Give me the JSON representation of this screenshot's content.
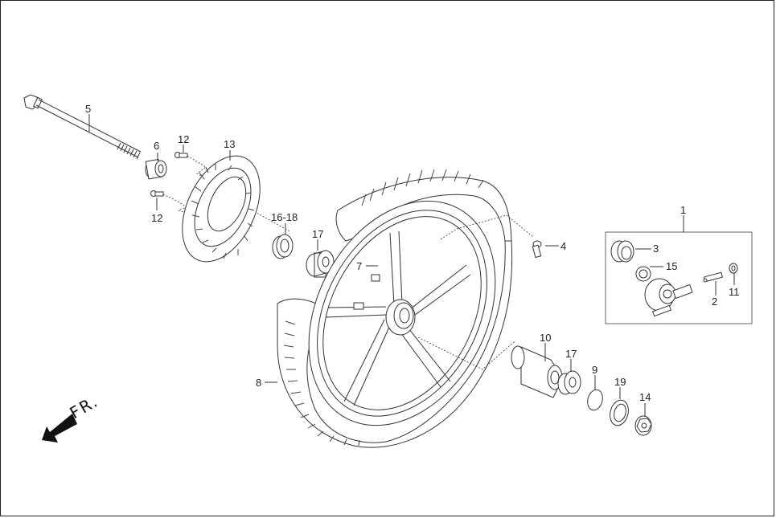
{
  "diagram": {
    "title": "Front wheel exploded parts diagram",
    "direction_indicator": {
      "label": "FR.",
      "icon": "arrow-down-left-icon"
    },
    "callouts": [
      {
        "id": "1",
        "label": "1",
        "part": "speedometer gear box assembly"
      },
      {
        "id": "2",
        "label": "2",
        "part": "speedometer pinion"
      },
      {
        "id": "3",
        "label": "3",
        "part": "speedometer drive ring"
      },
      {
        "id": "4",
        "label": "4",
        "part": "tire valve"
      },
      {
        "id": "5",
        "label": "5",
        "part": "front axle bolt"
      },
      {
        "id": "6",
        "label": "6",
        "part": "axle collar"
      },
      {
        "id": "7",
        "label": "7",
        "part": "front wheel rim"
      },
      {
        "id": "8",
        "label": "8",
        "part": "front tire"
      },
      {
        "id": "9",
        "label": "9",
        "part": "circlip"
      },
      {
        "id": "10",
        "label": "10",
        "part": "distance collar"
      },
      {
        "id": "11",
        "label": "11",
        "part": "oil seal small"
      },
      {
        "id": "12a",
        "label": "12",
        "part": "disc bolt"
      },
      {
        "id": "12b",
        "label": "12",
        "part": "disc bolt"
      },
      {
        "id": "13",
        "label": "13",
        "part": "brake disc"
      },
      {
        "id": "14",
        "label": "14",
        "part": "axle nut"
      },
      {
        "id": "15",
        "label": "15",
        "part": "washer"
      },
      {
        "id": "16-18",
        "label": "16-18",
        "part": "oil seal"
      },
      {
        "id": "17a",
        "label": "17",
        "part": "bearing"
      },
      {
        "id": "17b",
        "label": "17",
        "part": "bearing"
      },
      {
        "id": "19",
        "label": "19",
        "part": "dust seal"
      }
    ]
  }
}
